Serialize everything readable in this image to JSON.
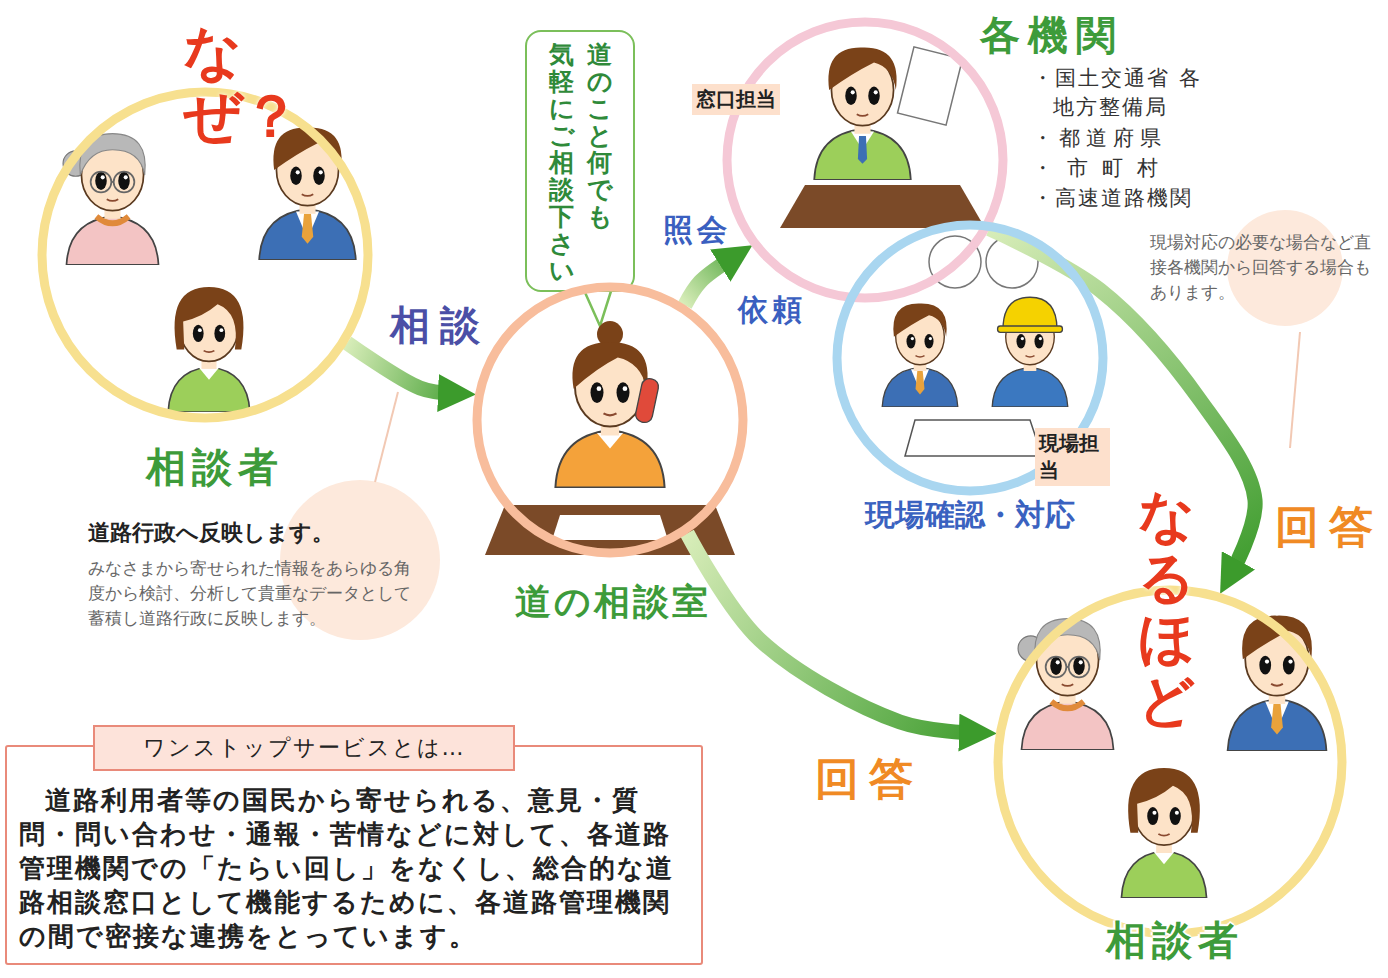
{
  "diagram": {
    "nodes": [
      {
        "text": [
          "なぜ？",
          "相談者"
        ]
      },
      {
        "text": [
          "道のこと何でも気軽にご相談下さい"
        ]
      },
      {
        "text": [
          "道の相談室"
        ]
      },
      {
        "text": [
          "窓口担当",
          "各機関",
          "・国土交通省 各地方整備局",
          "・都道府県",
          "・市町村",
          "・高速道路機関"
        ]
      },
      {
        "text": [
          "現場担当",
          "現場確認・対応"
        ]
      },
      {
        "text": [
          "現場対応の必要な場合など直接各機関から回答する場合もあります。"
        ]
      },
      {
        "text": [
          "道路行政へ反映します。",
          "みなさまから寄せられた情報をあらゆる角度から検討、分析して貴重なデータとして蓄積し道路行政に反映します。"
        ]
      },
      {
        "text": [
          "なるほど",
          "相談者"
        ]
      },
      {
        "text": [
          "ワンストップサービスとは…",
          "道路利用者等の国民から寄せられる、意見・質問・問い合わせ・通報・苦情などに対して、各道路管理機関での「たらい回し」をなくし、総合的な道路相談窓口として機能するために、各道路管理機関の間で密接な連携をとっています。"
        ]
      }
    ],
    "edges": [
      {
        "from": 0,
        "to": 2,
        "arrow": "to",
        "label": "相談"
      },
      {
        "from": 2,
        "to": 3,
        "arrow": "to",
        "label": "照会"
      },
      {
        "from": 3,
        "to": 7,
        "arrow": "to",
        "label": "回答"
      },
      {
        "from": 2,
        "to": 7,
        "arrow": "to",
        "label": "回答"
      }
    ],
    "labels": [
      "依頼"
    ]
  }
}
